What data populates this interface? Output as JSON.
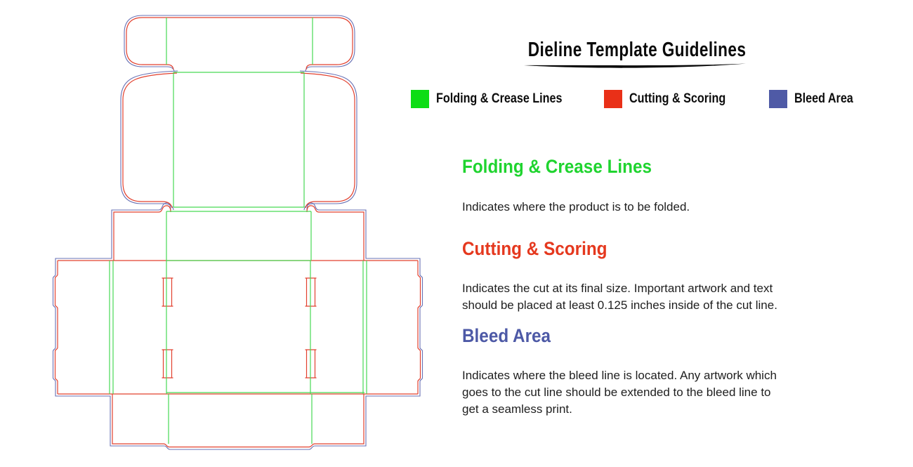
{
  "title": {
    "text": "Dieline Template Guidelines"
  },
  "legend": {
    "items": [
      {
        "label": "Folding & Crease Lines",
        "color": "#0ddd15"
      },
      {
        "label": "Cutting & Scoring",
        "color": "#e93018"
      },
      {
        "label": "Bleed Area",
        "color": "#4f5aa6"
      }
    ]
  },
  "sections": [
    {
      "heading": "Folding & Crease Lines",
      "color": "#1fd42f",
      "body": "Indicates where the product is to be folded."
    },
    {
      "heading": "Cutting & Scoring",
      "color": "#e5381e",
      "body": "Indicates the cut at its final size. Important artwork and text\nshould be placed at least 0.125 inches inside of the cut line."
    },
    {
      "heading": "Bleed Area",
      "color": "#4d59a6",
      "body": "Indicates where the bleed line is located. Any artwork which\ngoes to the cut line should be extended to the bleed line to\nget a seamless print."
    }
  ],
  "dieline": {
    "description": "Mailer box dieline template",
    "cut_color": "#e2402e",
    "fold_color": "#47d954",
    "bleed_color": "#6770b4"
  }
}
